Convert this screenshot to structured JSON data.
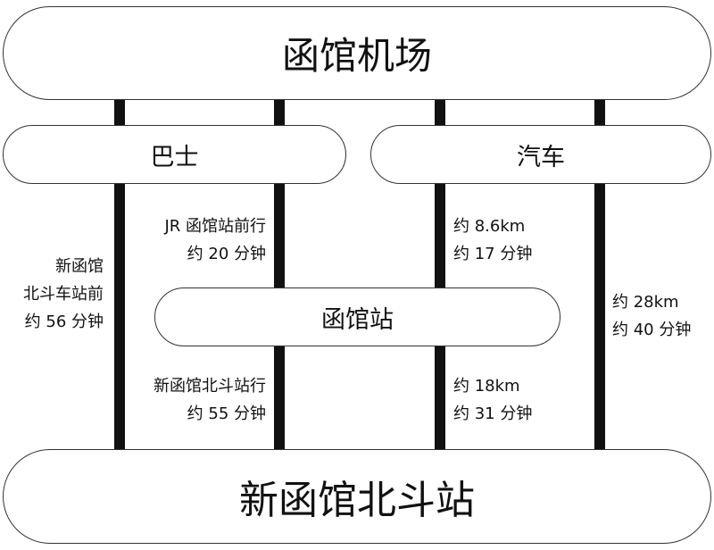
{
  "nodes": {
    "airport": "函馆机场",
    "bus": "巴士",
    "car": "汽车",
    "hakodate_station": "函馆站",
    "shin_hakodate": "新函馆北斗站"
  },
  "notes": {
    "bus_direct": [
      "新函馆",
      "北斗车站前",
      "约 56 分钟"
    ],
    "bus_to_station": [
      "JR 函馆站前行",
      "约 20 分钟"
    ],
    "bus_station_to_shin": [
      "新函馆北斗站行",
      "约 55 分钟"
    ],
    "car_to_station": [
      "约 8.6km",
      "约 17 分钟"
    ],
    "car_station_to_shin": [
      "约 18km",
      "约 31 分钟"
    ],
    "car_direct": [
      "约 28km",
      "约 40 分钟"
    ]
  }
}
